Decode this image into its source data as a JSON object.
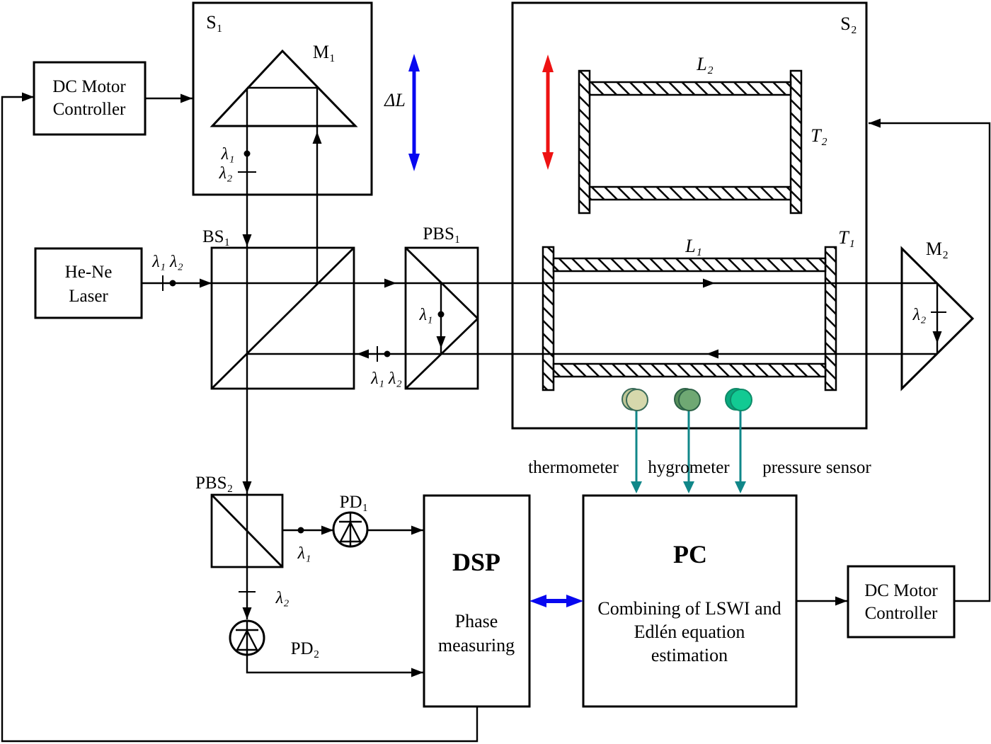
{
  "boxes": {
    "dc_motor_left": {
      "line1": "DC Motor",
      "line2": "Controller"
    },
    "he_ne_laser": {
      "line1": "He-Ne",
      "line2": "Laser"
    },
    "dsp": {
      "title": "DSP",
      "line1": "Phase",
      "line2": "measuring"
    },
    "pc": {
      "title": "PC",
      "line1": "Combining of LSWI and",
      "line2": "Edlén equation",
      "line3": "estimation"
    },
    "dc_motor_right": {
      "line1": "DC Motor",
      "line2": "Controller"
    }
  },
  "stages": {
    "s1": "S₁",
    "s2": "S₂"
  },
  "mirrors": {
    "m1": "M₁",
    "m2": "M₂"
  },
  "splitters": {
    "bs1": "BS₁",
    "pbs1": "PBS₁",
    "pbs2": "PBS₂"
  },
  "detectors": {
    "pd1": "PD₁",
    "pd2": "PD₂"
  },
  "tubes": {
    "l1": "L₁",
    "l2": "L₂",
    "t1": "T₁",
    "t2": "T₂"
  },
  "displacement": {
    "delta_l": "ΔL"
  },
  "wavelengths": {
    "source": "λ₁ λ₂",
    "s1_lambda1": "λ₁",
    "s1_lambda2": "λ₂",
    "pbs1_lambda1": "λ₁",
    "return_beam": "λ₁ λ₂",
    "pbs2_lambda1": "λ₁",
    "pbs2_lambda2": "λ₂",
    "m2_lambda2": "λ₂"
  },
  "sensors": {
    "thermometer": {
      "label": "thermometer",
      "front": "#d6d8ac",
      "back": "#bfc696",
      "stroke": "#3a6b58"
    },
    "hygrometer": {
      "label": "hygrometer",
      "front": "#6fa873",
      "back": "#578f5b",
      "stroke": "#2d6247"
    },
    "pressure": {
      "label": "pressure sensor",
      "front": "#12ca93",
      "back": "#09a87e",
      "stroke": "#0e8a68"
    }
  },
  "colors": {
    "line": "#000000",
    "blue": "#0808f0",
    "red": "#ee1212",
    "teal": "#108789"
  }
}
